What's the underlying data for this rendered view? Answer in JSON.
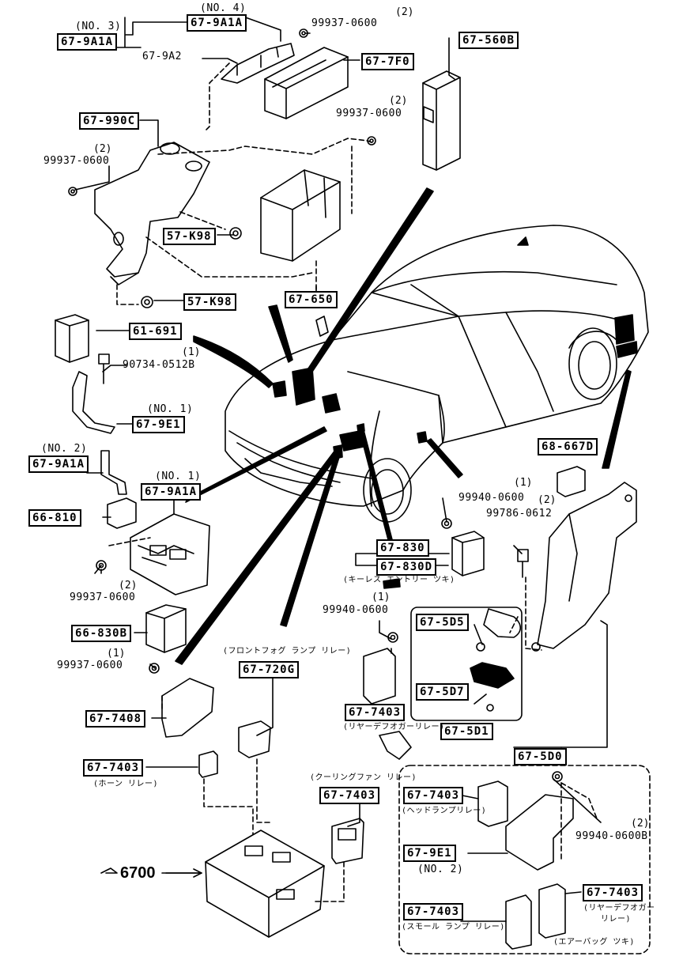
{
  "labels": {
    "no4": "(NO. 4)",
    "no3": "(NO. 3)",
    "no1a": "(NO. 1)",
    "no2a": "(NO. 2)",
    "no1b": "(NO. 1)",
    "no2b": "(NO. 2)",
    "p_9a1a_top": "67-9A1A",
    "p_9a1a_left": "67-9A1A",
    "p_9a2": "67-9A2",
    "p_7f0": "67-7F0",
    "p_560b": "67-560B",
    "p_990c": "67-990C",
    "p_57k98_a": "57-K98",
    "p_57k98_b": "57-K98",
    "p_650": "67-650",
    "p_61691": "61-691",
    "p_9e1_a": "67-9E1",
    "p_9a1a_no2": "67-9A1A",
    "p_9a1a_no1": "67-9A1A",
    "p_66810": "66-810",
    "p_66830b": "66-830B",
    "p_7408": "67-7408",
    "p_7403_a": "67-7403",
    "p_720g": "67-720G",
    "p_830": "67-830",
    "p_830d": "67-830D",
    "p_5d5": "67-5D5",
    "p_5d7": "67-5D7",
    "p_5d1": "67-5D1",
    "p_5d0": "67-5D0",
    "p_7403_b": "67-7403",
    "p_7403_c": "67-7403",
    "p_7403_d": "67-7403",
    "p_7403_e": "67-7403",
    "p_7403_f": "67-7403",
    "p_9e1_b": "67-9E1",
    "p_68667d": "68-667D",
    "b1": "99937-0600",
    "b1q": "(2)",
    "b2": "99937-0600",
    "b2q": "(2)",
    "b3": "99937-0600",
    "b3q": "(2)",
    "b4": "90734-0512B",
    "b4q": "(1)",
    "b5": "99937-0600",
    "b5q": "(2)",
    "b6": "99937-0600",
    "b6q": "(1)",
    "b7": "99940-0600",
    "b7q": "(1)",
    "b8": "99786-0612",
    "b8q": "(2)",
    "b9": "99940-0600",
    "b9q": "(1)",
    "b10": "99940-0600B",
    "b10q": "(2)",
    "j_keyless": "(キーレス エントリー ツキ)",
    "j_frontfog": "(フロントフォグ ランプ リレー)",
    "j_horn": "(ホーン リレー)",
    "j_cooling": "(クーリングファン リレー)",
    "j_head": "(ヘッドランプリレー)",
    "j_rear1": "(リヤーデフオガーリレー)",
    "j_rear2": "(リヤーデフオガー",
    "j_rear3": "リレー)",
    "j_small": "(スモール ランプ リレー)",
    "j_airbag": "(エアーバッグ ツキ)",
    "ref": "6700"
  }
}
